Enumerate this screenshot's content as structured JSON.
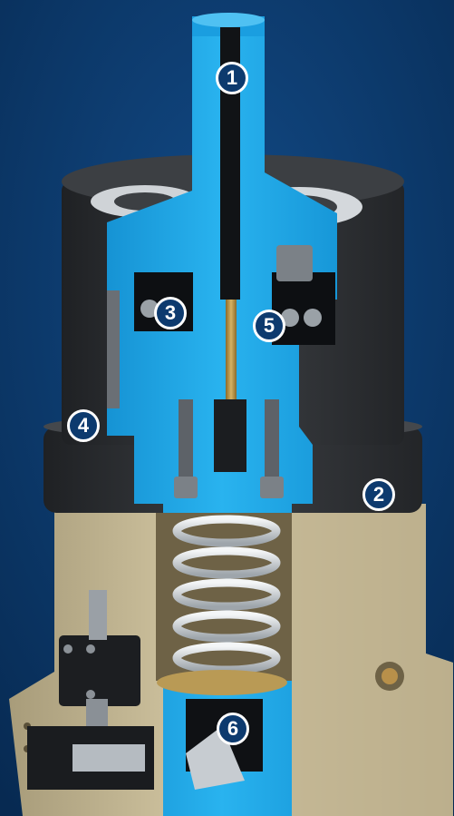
{
  "background_color": "#0a3566",
  "colors": {
    "cutaway_blue": "#1ea8e8",
    "housing_dark": "#2e3033",
    "base_beige": "#c9bc98",
    "spring_silver": "#d9dde0",
    "callout_fill": "#0d3a6e"
  },
  "callouts": [
    {
      "label": "1"
    },
    {
      "label": "2"
    },
    {
      "label": "3"
    },
    {
      "label": "4"
    },
    {
      "label": "5"
    },
    {
      "label": "6"
    }
  ]
}
